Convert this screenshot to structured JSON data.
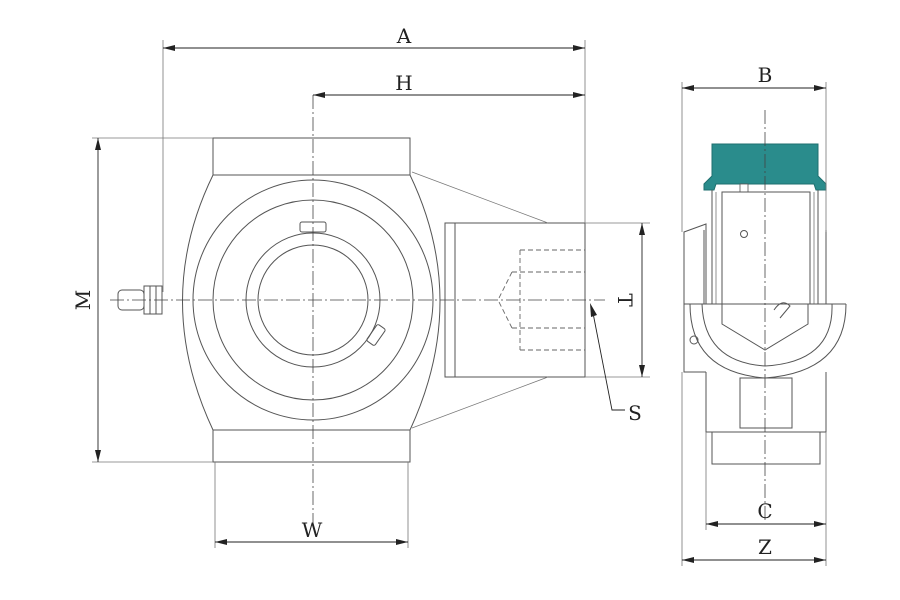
{
  "labels": {
    "A": "A",
    "H": "H",
    "M": "M",
    "T": "T",
    "S": "S",
    "W": "W",
    "B": "B",
    "C": "C",
    "Z": "Z"
  },
  "colors": {
    "line": "#555555",
    "dimension": "#222222",
    "insert_teal": "#2a8c8c"
  }
}
